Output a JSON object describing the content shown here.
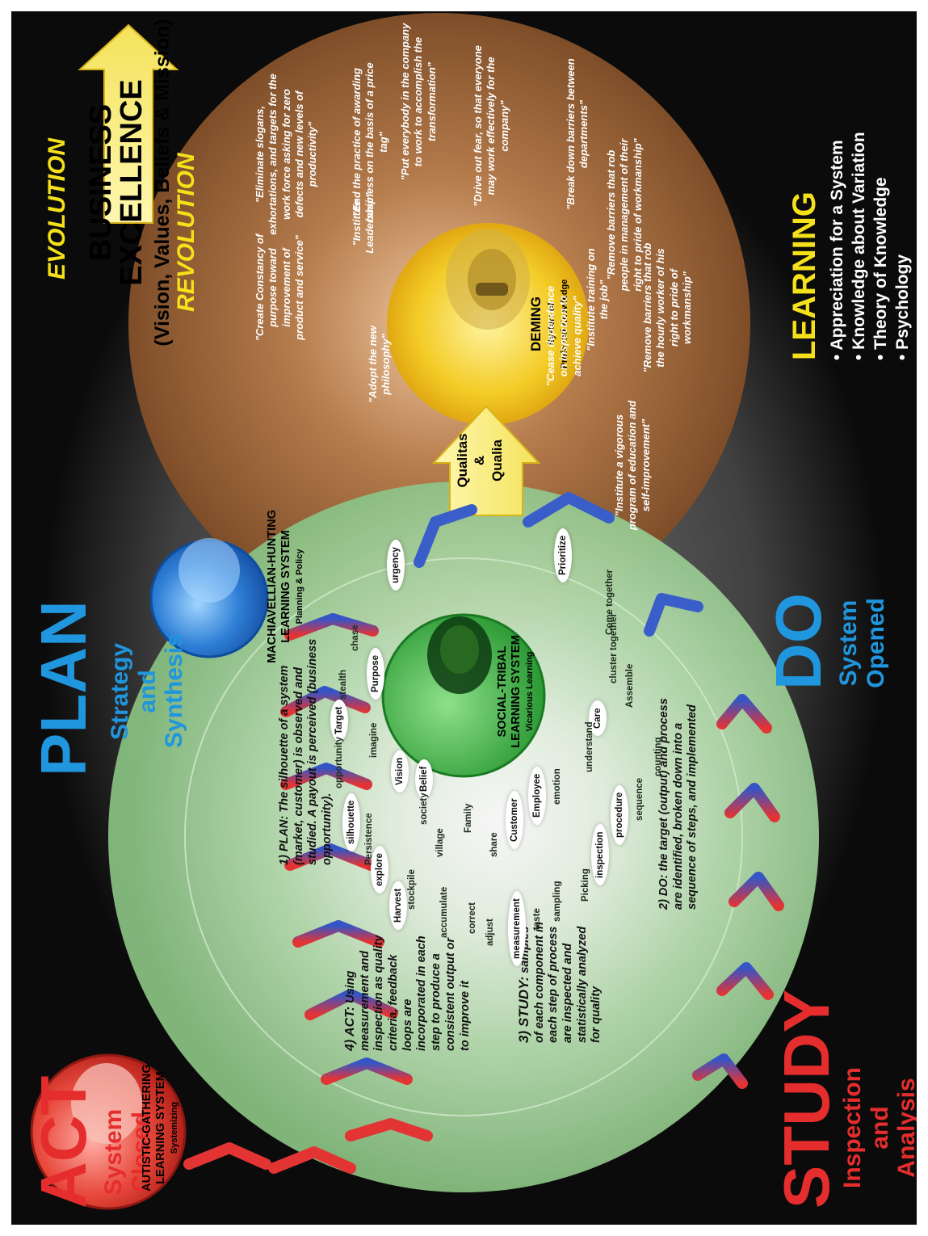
{
  "plan": {
    "title": "PLAN",
    "subtitle": [
      "Strategy",
      "and",
      "Synthesis"
    ]
  },
  "do": {
    "title": "DO",
    "subtitle": [
      "System",
      "Opened"
    ]
  },
  "act": {
    "title": "ACT",
    "subtitle": [
      "System",
      "Closed"
    ]
  },
  "study": {
    "title": "STUDY",
    "subtitle": [
      "Inspection",
      "and",
      "Analysis"
    ]
  },
  "evolution": "EVOLUTION",
  "revolution": "REVOLUTION",
  "business": {
    "title": "BUSINESS EXCELLENCE",
    "subtitle": "(Vision, Values, Beliefs & Mission)"
  },
  "qualitas": [
    "Qualitas",
    "&",
    "Qualia"
  ],
  "learning": {
    "title": "LEARNING",
    "items": [
      "• Appreciation for a System",
      "• Knowledge about Variation",
      "• Theory of Knowledge",
      "• Psychology"
    ]
  },
  "deming": {
    "name": "DEMING",
    "line1": "System of",
    "line2": "Profound Knowledge"
  },
  "machiavellian": {
    "title": [
      "MACHIAVELLIAN-HUNTING",
      "LEARNING SYSTEM"
    ],
    "subtitle": "Planning & Policy"
  },
  "social": {
    "title": [
      "SOCIAL-TRIBAL",
      "LEARNING SYSTEM"
    ],
    "subtitle": "Vicarious Learning"
  },
  "autistic": {
    "title": [
      "AUTISTIC-GATHERING",
      "LEARNING SYSTEM"
    ],
    "subtitle": "Systemizing"
  },
  "cycle": {
    "plan": {
      "head": "1) PLAN:",
      "text": "The silhouette of a system (market, customer) is observed and studied. A payout is perceived (business opportunity)."
    },
    "do": {
      "head": "",
      "text": "2) DO: the target (output) and process are identified, broken down into a sequence of steps, and implemented"
    },
    "study": {
      "head": "3) STUDY:",
      "text": "samples of each component in each step of process are inspected and statistically analyzed for quality"
    },
    "act": {
      "head": "4) ACT:",
      "text": "Using measurement and inspection as quality criteria, feedback loops are incorporated in each step to produce a consistent output or to improve it"
    }
  },
  "pills": {
    "urgency": "urgency",
    "purpose": "Purpose",
    "target": "Target",
    "vision": "Vision",
    "belief": "Belief",
    "silhouette": "silhouette",
    "explore": "explore",
    "harvest": "Harvest",
    "measurement": "measurement",
    "customer": "Customer",
    "employee": "Employee",
    "inspection": "inspection",
    "procedure": "procedure",
    "care": "Care",
    "prioritize": "Prioritize"
  },
  "words": {
    "chase": "chase",
    "stealth": "stealth",
    "imagine": "imagine",
    "opportunity": "opportunity",
    "persistence": "Persistence",
    "society": "society",
    "village": "village",
    "family": "Family",
    "share": "share",
    "stockpile": "stockpile",
    "accumulate": "accumulate",
    "correct": "correct",
    "adjust": "adjust",
    "taste": "taste",
    "sampling": "sampling",
    "picking": "Picking",
    "emotion": "emotion",
    "understand": "understand",
    "sequence": "sequence",
    "counting": "counting",
    "assemble": "Assemble",
    "cluster": "cluster together",
    "come": "Come together"
  },
  "quotes": {
    "q1": "\"Create Constancy of purpose toward improvement of product and service\"",
    "q2": "\"Adopt the new philosophy\"",
    "q3": "\"Institute Leadership\"",
    "q4": "\"Eliminate slogans, exhortations, and targets for the work force asking for zero defects and new levels of productivity\"",
    "q5": "\"End the practice of awarding business on the basis of a price tag\"",
    "q6": "\"Put everybody in the company to work to accomplish the transformation\"",
    "q7": "\"Drive out fear, so that everyone may work effectively for the company\"",
    "q8": "\"Break down barriers between departments\"",
    "q9": "\"Remove barriers that rob people in management of their right to pride of workmanship\"",
    "q10": "\"Remove barriers that rob the hourly worker of his right to pride of workmanship\"",
    "q11": "\"Institute training on the job\"",
    "q12": "\"Cease dependence on inspection to achieve quality\"",
    "q13": "\"Institute a vigorous program of education and self-improvement\""
  },
  "colors": {
    "plan_blue": "#1f96dd",
    "act_red": "#e52d2d",
    "learning_yellow": "#f4e11a",
    "green_circle": "#9fd29a",
    "brown_circle": "#8c5a34",
    "deming_gold": "#f2c31c"
  }
}
